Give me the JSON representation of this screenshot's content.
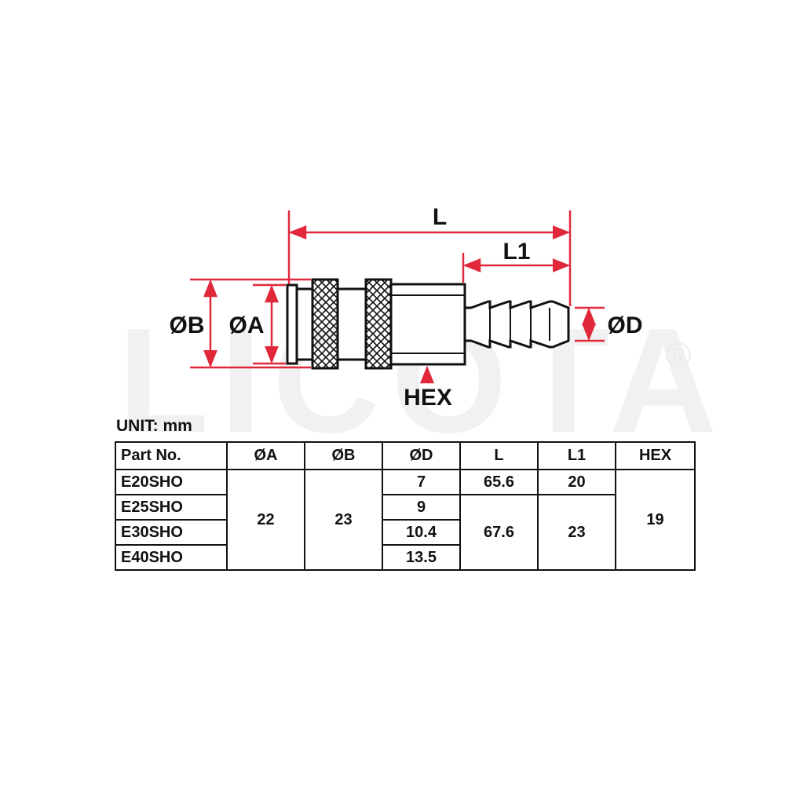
{
  "brand_watermark": "LICOTA",
  "brand_reg_mark": "®",
  "dimensions": {
    "L": "L",
    "L1": "L1",
    "OB": "ØB",
    "OA": "ØA",
    "OD": "ØD",
    "HEX": "HEX"
  },
  "unit_label": "UNIT: mm",
  "colors": {
    "dimension_line": "#e0283a",
    "outline": "#111111"
  },
  "table": {
    "headers": [
      "Part No.",
      "ØA",
      "ØB",
      "ØD",
      "L",
      "L1",
      "HEX"
    ],
    "part_numbers": [
      "E20SHO",
      "E25SHO",
      "E30SHO",
      "E40SHO"
    ],
    "oa": "22",
    "ob": "23",
    "od": [
      "7",
      "9",
      "10.4",
      "13.5"
    ],
    "l": [
      "65.6",
      "67.6"
    ],
    "l1": [
      "20",
      "23"
    ],
    "hex": "19"
  }
}
